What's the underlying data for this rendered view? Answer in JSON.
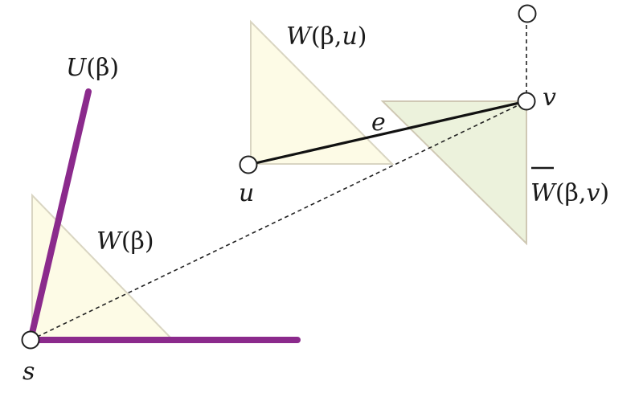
{
  "colors": {
    "background": "#ffffff",
    "wedge_yellow_fill": "#fdfbe6",
    "wedge_yellow_edge": "#d9d5c2",
    "wedge_green_fill": "#ecf2dc",
    "wedge_green_edge": "#cfc8b4",
    "boundary_purple": "#8b2a8c",
    "edge_black": "#111111",
    "node_fill": "#ffffff",
    "node_stroke": "#222222"
  },
  "labels": {
    "U": {
      "main": "U",
      "arg": "(β)"
    },
    "W": {
      "main": "W",
      "arg": "(β)"
    },
    "Wu": {
      "main": "W",
      "arg_open": "(β,",
      "var": "u",
      "arg_close": ")"
    },
    "Wbar": {
      "main": "W",
      "arg_open": "(β,",
      "var": "v",
      "arg_close": ")"
    },
    "e": "e",
    "u": "u",
    "v": "v",
    "s": "s"
  }
}
